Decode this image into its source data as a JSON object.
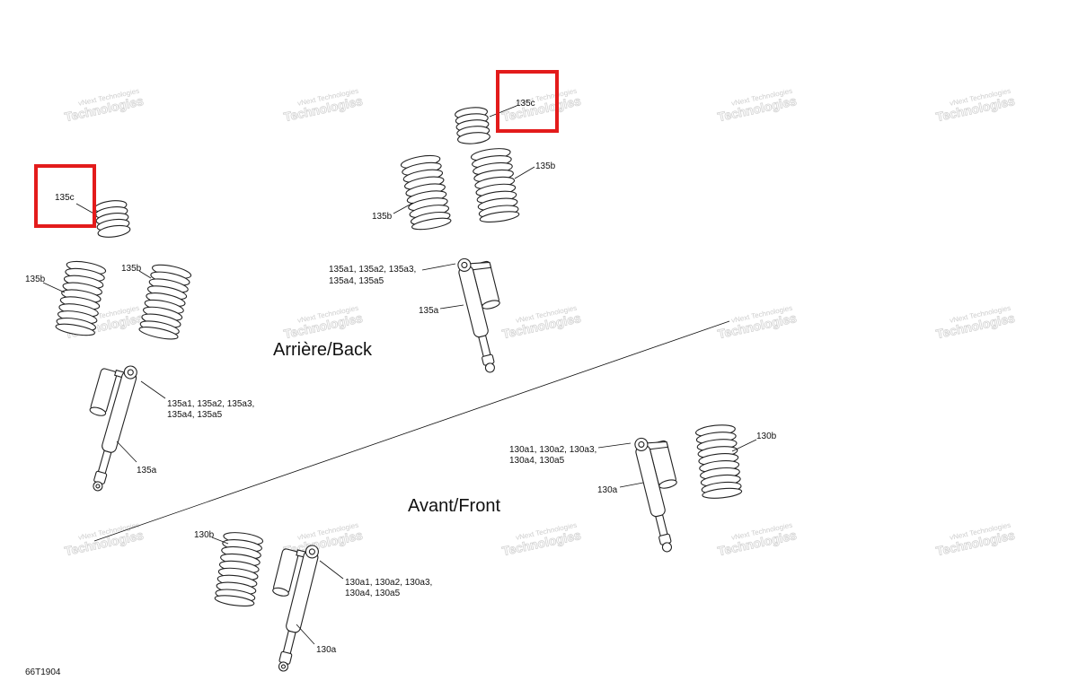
{
  "diagram_code": "66T1904",
  "sections": {
    "back": "Arrière/Back",
    "front": "Avant/Front"
  },
  "watermark": {
    "line1": "vNext Technologies",
    "line2": "Technologies"
  },
  "labels": {
    "s135c": "135c",
    "s135c_top": "135c",
    "s135b": "135b",
    "s130b": "130b",
    "shock135a": "135a",
    "shock130a": "130a",
    "kit135_line1": "135a1, 135a2, 135a3,",
    "kit135_line2": "135a4, 135a5",
    "kit130_line1": "130a1, 130a2, 130a3,",
    "kit130_line2": "130a4, 130a5"
  },
  "highlight_color": "#e31b1b"
}
